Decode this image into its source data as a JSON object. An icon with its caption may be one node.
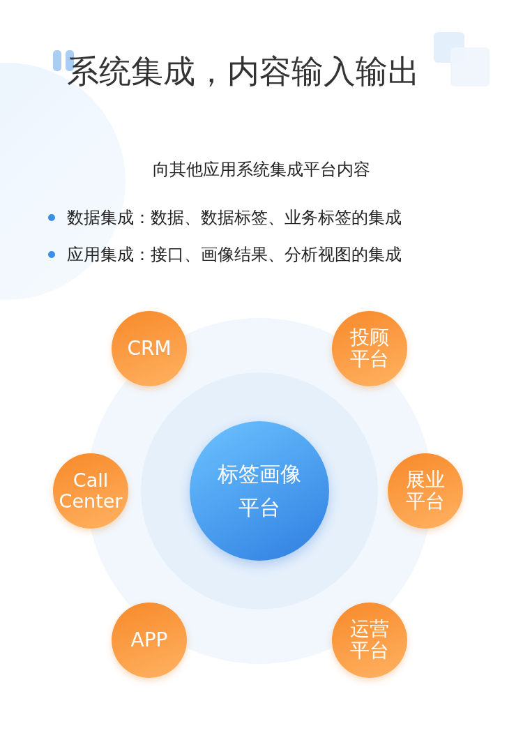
{
  "diagram": {
    "title": "系统集成，内容输入输出",
    "nodes": [
      {
        "text": [
          "CRM"
        ]
      },
      {
        "text": [
          "投顾平台"
        ]
      },
      {
        "text": [
          "Call Center"
        ]
      },
      {
        "text": [
          "标签画像平台"
        ]
      },
      {
        "text": [
          "展业平台"
        ]
      },
      {
        "text": [
          "APP"
        ]
      },
      {
        "text": [
          "运营平台"
        ]
      }
    ],
    "edges": [],
    "labels": [
      "向其他应用系统集成平台内容",
      "数据集成：数据、数据标签、业务标签的集成",
      "应用集成：接口、画像结果、分析视图的集成"
    ]
  }
}
